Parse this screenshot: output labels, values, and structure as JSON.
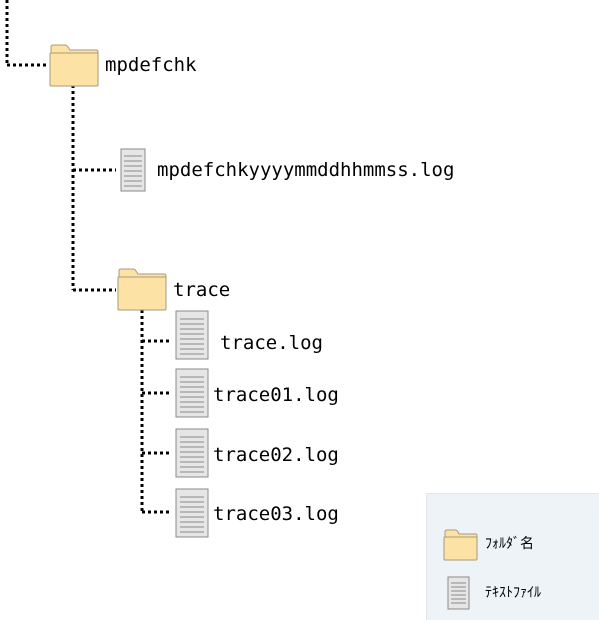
{
  "tree": {
    "root": {
      "name": "mpdefchk",
      "children": [
        {
          "name": "mpdefchkyyyymmddhhmmss.log",
          "type": "file"
        },
        {
          "name": "trace",
          "type": "folder",
          "children": [
            {
              "name": "trace.log",
              "type": "file"
            },
            {
              "name": "trace01.log",
              "type": "file"
            },
            {
              "name": "trace02.log",
              "type": "file"
            },
            {
              "name": "trace03.log",
              "type": "file"
            }
          ]
        }
      ]
    }
  },
  "legend": {
    "folder_label": "ﾌｫﾙﾀﾞ名",
    "file_label": "ﾃｷｽﾄﾌｧｲﾙ"
  },
  "colors": {
    "folder_fill": "#fde2a6",
    "folder_stroke": "#a89a78",
    "file_fill": "#e6e6e6",
    "file_stroke": "#8a8a8a",
    "connector": "#000000",
    "legend_bg": "#eef3f8"
  },
  "icons": {
    "folder": "folder-icon",
    "file": "text-file-icon"
  }
}
